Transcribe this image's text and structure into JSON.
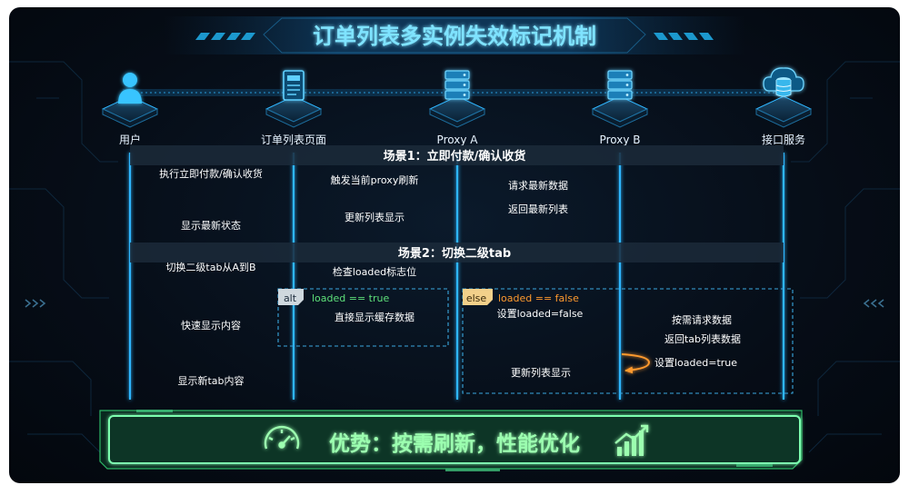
{
  "title": "订单列表多实例失效标记机制",
  "actors": [
    {
      "label": "用户",
      "icon": "user-icon"
    },
    {
      "label": "订单列表页面",
      "icon": "tablet-page-icon"
    },
    {
      "label": "Proxy A",
      "icon": "server-icon"
    },
    {
      "label": "Proxy B",
      "icon": "server-icon"
    },
    {
      "label": "接口服务",
      "icon": "database-cloud-icon"
    }
  ],
  "scenarios": {
    "s1": "场景1：立即付款/确认收货",
    "s2": "场景2：切换二级tab"
  },
  "messages": {
    "m1": "执行立即付款/确认收货",
    "m2": "触发当前proxy刷新",
    "m3": "请求最新数据",
    "m4": "返回最新列表",
    "m5": "更新列表显示",
    "m6": "显示最新状态",
    "m7": "切换二级tab从A到B",
    "m8": "检查loaded标志位",
    "m9": "直接显示缓存数据",
    "m10": "快速显示内容",
    "m11": "设置loaded=false",
    "m12": "按需请求数据",
    "m13": "返回tab列表数据",
    "m14": "设置loaded=true",
    "m15": "更新列表显示",
    "m16": "显示新tab内容"
  },
  "fragments": {
    "alt_tag": "alt",
    "alt_cond": "loaded == true",
    "else_tag": "else",
    "else_cond": "loaded == false"
  },
  "banner": {
    "text": "优势：按需刷新，性能优化",
    "left_icon": "speedometer-icon",
    "right_icon": "growth-chart-icon"
  },
  "colors": {
    "blue": "#2fb6ff",
    "green": "#5ee07a",
    "orange": "#ff9a2e",
    "title": "#7fe3ff",
    "banner": "#9cffb0"
  }
}
